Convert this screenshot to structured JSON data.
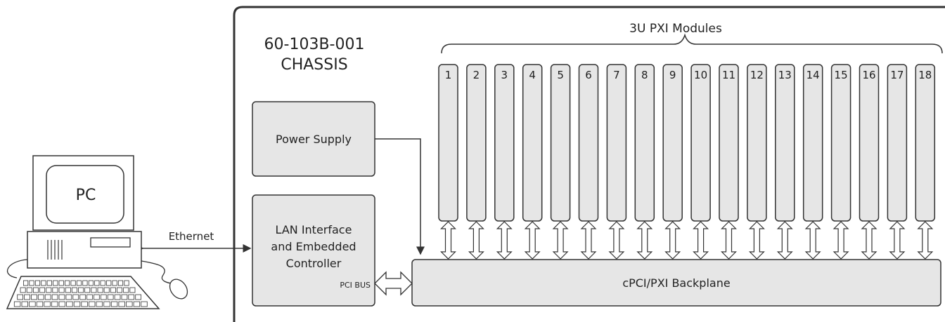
{
  "chassis": {
    "title_line1": "60-103B-001",
    "title_line2": "CHASSIS"
  },
  "modules": {
    "header": "3U PXI Modules",
    "slots": [
      "1",
      "2",
      "3",
      "4",
      "5",
      "6",
      "7",
      "8",
      "9",
      "10",
      "11",
      "12",
      "13",
      "14",
      "15",
      "16",
      "17",
      "18"
    ]
  },
  "power_supply": {
    "label": "Power Supply"
  },
  "controller": {
    "line1": "LAN Interface",
    "line2": "and Embedded",
    "line3": "Controller",
    "bus_label": "PCI BUS"
  },
  "backplane": {
    "label": "cPCI/PXI Backplane"
  },
  "pc": {
    "label": "PC"
  },
  "link": {
    "label": "Ethernet"
  },
  "colors": {
    "box_fill": "#e6e6e6",
    "stroke": "#333333"
  }
}
